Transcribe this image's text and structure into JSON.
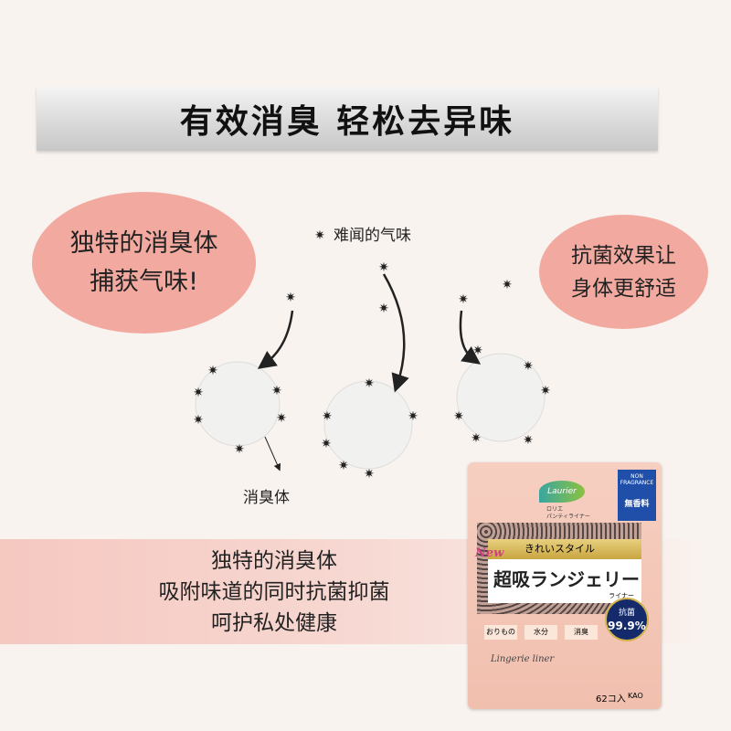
{
  "title": "有效消臭 轻松去异味",
  "bubble_left": [
    "独特的消臭体",
    "捕获气味!"
  ],
  "bubble_right": [
    "抗菌效果让",
    "身体更舒适"
  ],
  "legend": "难闻的气味",
  "blob_label": "消臭体",
  "band_lines": [
    "独特的消臭体",
    "吸附味道的同时抗菌抑菌",
    "呵护私处健康"
  ],
  "package": {
    "non_fragrance": "NON FRAGRANCE",
    "mukoryo": "無香料",
    "brand": "Laurier",
    "sub": [
      "ロリエ",
      "パンティライナー"
    ],
    "new": "New",
    "gold": "きれいスタイル",
    "name": "超吸ランジェリー",
    "name_sub": "ライナー",
    "badge": [
      "抗菌",
      "99.9%"
    ],
    "chips": [
      "おりもの",
      "水分",
      "消臭"
    ],
    "script": "Lingerie liner",
    "count": "62コ入",
    "maker": "KAO"
  },
  "colors": {
    "bubble": "#f2aaa0",
    "band": "#f5c8c0"
  }
}
